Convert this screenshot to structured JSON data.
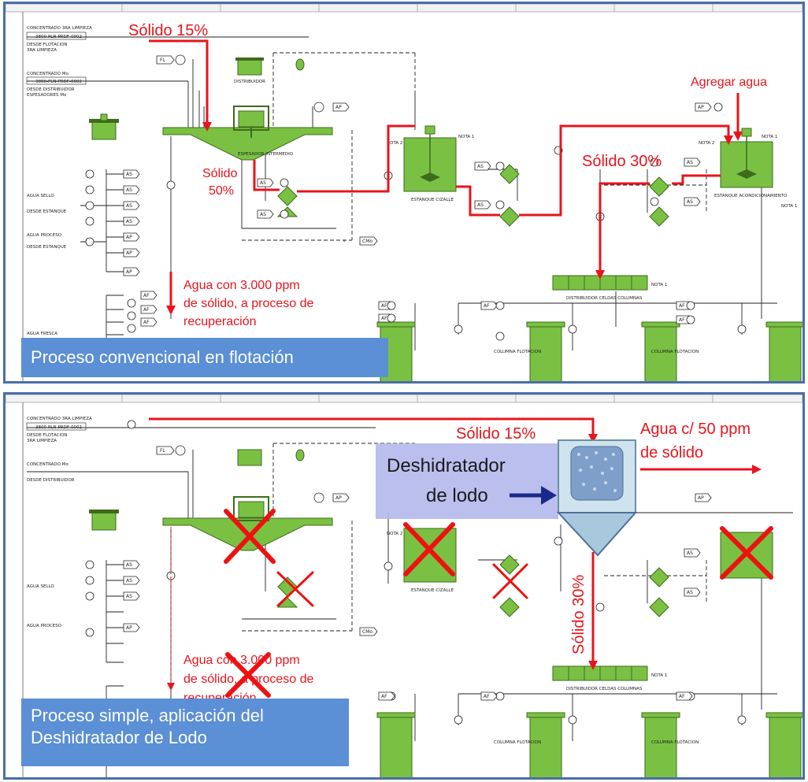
{
  "top": {
    "caption": "Proceso convencional en flotación",
    "labels": {
      "solido15": "Sólido 15%",
      "agregar_agua": "Agregar agua",
      "solido30": "Sólido 30%",
      "solido50_a": "Sólido",
      "solido50_b": "50%",
      "agua_3000_a": "Agua con 3.000 ppm",
      "agua_3000_b": "de sólido, a proceso de",
      "agua_3000_c": "recuperación"
    },
    "drawing": {
      "conc3ra": "CONCENTRADO 3RA LIMPIEZA",
      "line_0002": "3800-PLN-PRDF-0002",
      "desde_flot": "DESDE FLOTACION",
      "tres_limp": "3RA LIMPIEZA",
      "conc_mo": "CONCENTRADO Mo",
      "desde_dist": "DESDE DISTRIBUIDOR",
      "esp_mo": "ESPESADORES Mo",
      "agua_sello": "AGUA SELLO",
      "desde_estanque": "DESDE ESTANQUE",
      "agua_proceso": "AGUA PROCESO",
      "agua_fresca": "AGUA FRESCA",
      "distribuidor": "DISTRIBUIDOR",
      "espesador_int": "ESPESADOR INTERMEDIO",
      "estanque_cizalle": "ESTANQUE CIZALLE",
      "estanque_acond": "ESTANQUE ACONDICIONAMIENTO",
      "distribuidor_celdas": "DISTRIBUIDOR CELDAS COLUMNAS",
      "columna_flot": "COLUMNA FLOTACION",
      "nota1": "NOTA 1",
      "nota2": "NOTA 2",
      "as": "AS",
      "ap": "AP",
      "af": "AF",
      "fl": "FL",
      "cmo": "CMo"
    }
  },
  "bottom": {
    "caption_line1": "Proceso simple, aplicación del",
    "caption_line2": "Deshidratador de Lodo",
    "labels": {
      "solido15": "Sólido 15%",
      "agua50_a": "Agua c/ 50 ppm",
      "agua50_b": "de sólido",
      "deshidratador_a": "Deshidratador",
      "deshidratador_b": "de lodo",
      "solido30": "Sólido 30%",
      "agua_3000_a": "Agua con 3.000 ppm",
      "agua_3000_b": "de sólido, a proceso de",
      "agua_3000_c": "recuperación"
    }
  },
  "colors": {
    "annotation_red": "#e8141c",
    "equipment_green": "#7ac143",
    "caption_blue": "#5b8fd6",
    "deshidratador_box": "#b3b8ec",
    "arrow_navy": "#1a2a8c",
    "cross_red": "#ee1111"
  }
}
